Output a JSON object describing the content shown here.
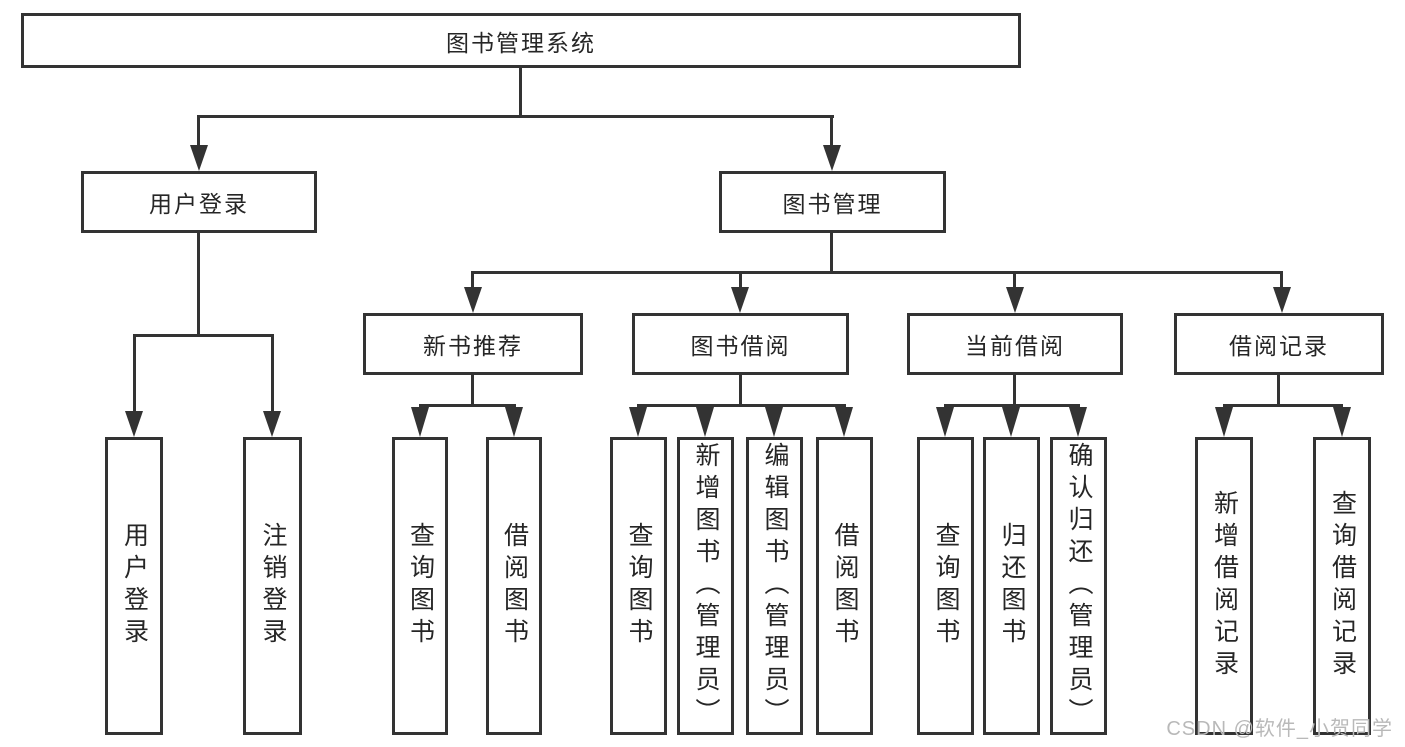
{
  "diagram": {
    "root_label": "图书管理系统",
    "level2": {
      "user_login": "用户登录",
      "book_mgmt": "图书管理"
    },
    "level3": {
      "new_book_rec": "新书推荐",
      "book_borrow": "图书借阅",
      "current_borrow": "当前借阅",
      "borrow_records": "借阅记录"
    },
    "leaves": {
      "login": [
        "用户登录",
        "注销登录"
      ],
      "new_book": [
        "查询图书",
        "借阅图书"
      ],
      "borrow": [
        "查询图书",
        "新增图书（管理员）",
        "编辑图书（管理员）",
        "借阅图书"
      ],
      "current": [
        "查询图书",
        "归还图书",
        "确认归还（管理员）"
      ],
      "records": [
        "新增借阅记录",
        "查询借阅记录"
      ]
    },
    "watermark": "CSDN @软件_小贺同学",
    "colors": {
      "line": "#333333",
      "text": "#262626",
      "watermark": "#b9b9b9",
      "background": "#ffffff"
    }
  }
}
